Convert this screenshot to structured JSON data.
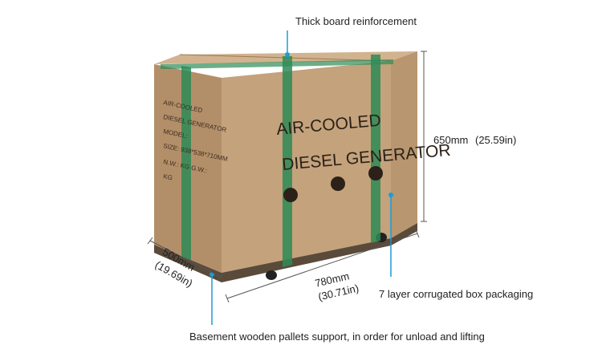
{
  "annotations": {
    "top": "Thick board reinforcement",
    "right_side": "7 layer corrugated box packaging",
    "bottom": "Basement wooden pallets support, in order for unload and lifting"
  },
  "dimensions": {
    "height_mm": "650mm",
    "height_in": "(25.59in)",
    "width_mm": "780mm",
    "width_in": "(30.71in)",
    "depth_mm": "500mm",
    "depth_in": "(19.69in)"
  },
  "box_print": {
    "front_line1": "AIR-COOLED",
    "front_line2": "DIESEL GENERATOR",
    "side_lines": [
      "AIR-COOLED",
      "DIESEL GENERATOR",
      "MODEL:",
      "SIZE: 938*538*710MM",
      "N.W.:     KG  G.W.:",
      "                 KG"
    ]
  },
  "colors": {
    "cardboard_front": "#c2a07a",
    "cardboard_side": "#b08c66",
    "cardboard_top": "#cfb08c",
    "strap": "#2e8b57",
    "marker": "#1e9bd7"
  }
}
